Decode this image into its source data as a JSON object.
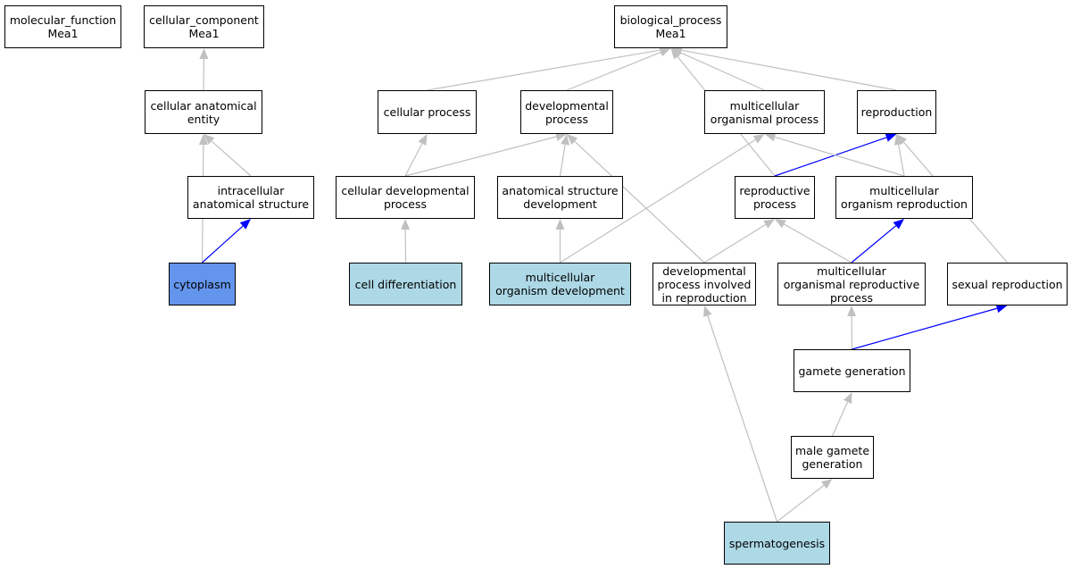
{
  "colors": {
    "node_fill_default": "#ffffff",
    "node_fill_light": "#add8e6",
    "node_fill_dark": "#6495ed",
    "edge_gray": "#c0c0c0",
    "edge_blue": "#0000ff"
  },
  "nodes": {
    "molecular_function": {
      "label": "molecular_function\nMea1",
      "fill": "default"
    },
    "cellular_component": {
      "label": "cellular_component\nMea1",
      "fill": "default"
    },
    "biological_process": {
      "label": "biological_process\nMea1",
      "fill": "default"
    },
    "cellular_anatomical_entity": {
      "label": "cellular anatomical\nentity",
      "fill": "default"
    },
    "cellular_process": {
      "label": "cellular process",
      "fill": "default"
    },
    "developmental_process": {
      "label": "developmental\nprocess",
      "fill": "default"
    },
    "multicellular_organismal_process": {
      "label": "multicellular\norganismal process",
      "fill": "default"
    },
    "reproduction": {
      "label": "reproduction",
      "fill": "default"
    },
    "intracellular_anatomical_structure": {
      "label": "intracellular\nanatomical structure",
      "fill": "default"
    },
    "cellular_developmental_process": {
      "label": "cellular developmental\nprocess",
      "fill": "default"
    },
    "anatomical_structure_development": {
      "label": "anatomical structure\ndevelopment",
      "fill": "default"
    },
    "reproductive_process": {
      "label": "reproductive\nprocess",
      "fill": "default"
    },
    "multicellular_organism_reproduction": {
      "label": "multicellular\norganism reproduction",
      "fill": "default"
    },
    "cytoplasm": {
      "label": "cytoplasm",
      "fill": "dark"
    },
    "cell_differentiation": {
      "label": "cell differentiation",
      "fill": "light"
    },
    "multicellular_organism_development": {
      "label": "multicellular\norganism development",
      "fill": "light"
    },
    "developmental_process_involved_in_reproduction": {
      "label": "developmental\nprocess involved\nin reproduction",
      "fill": "default"
    },
    "multicellular_organismal_reproductive_process": {
      "label": "multicellular\norganismal reproductive\nprocess",
      "fill": "default"
    },
    "sexual_reproduction": {
      "label": "sexual reproduction",
      "fill": "default"
    },
    "gamete_generation": {
      "label": "gamete generation",
      "fill": "default"
    },
    "male_gamete_generation": {
      "label": "male gamete\ngeneration",
      "fill": "default"
    },
    "spermatogenesis": {
      "label": "spermatogenesis",
      "fill": "light"
    }
  },
  "edges": [
    {
      "from": "cellular_anatomical_entity",
      "to": "cellular_component",
      "color": "gray"
    },
    {
      "from": "intracellular_anatomical_structure",
      "to": "cellular_anatomical_entity",
      "color": "gray"
    },
    {
      "from": "cytoplasm",
      "to": "cellular_anatomical_entity",
      "color": "gray"
    },
    {
      "from": "cytoplasm",
      "to": "intracellular_anatomical_structure",
      "color": "blue"
    },
    {
      "from": "cellular_process",
      "to": "biological_process",
      "color": "gray"
    },
    {
      "from": "developmental_process",
      "to": "biological_process",
      "color": "gray"
    },
    {
      "from": "multicellular_organismal_process",
      "to": "biological_process",
      "color": "gray"
    },
    {
      "from": "reproduction",
      "to": "biological_process",
      "color": "gray"
    },
    {
      "from": "reproductive_process",
      "to": "biological_process",
      "color": "gray"
    },
    {
      "from": "cellular_developmental_process",
      "to": "cellular_process",
      "color": "gray"
    },
    {
      "from": "cellular_developmental_process",
      "to": "developmental_process",
      "color": "gray"
    },
    {
      "from": "anatomical_structure_development",
      "to": "developmental_process",
      "color": "gray"
    },
    {
      "from": "developmental_process_involved_in_reproduction",
      "to": "developmental_process",
      "color": "gray"
    },
    {
      "from": "reproductive_process",
      "to": "reproduction",
      "color": "blue"
    },
    {
      "from": "multicellular_organism_reproduction",
      "to": "reproduction",
      "color": "gray"
    },
    {
      "from": "multicellular_organism_reproduction",
      "to": "multicellular_organismal_process",
      "color": "gray"
    },
    {
      "from": "sexual_reproduction",
      "to": "reproduction",
      "color": "gray"
    },
    {
      "from": "cell_differentiation",
      "to": "cellular_developmental_process",
      "color": "gray"
    },
    {
      "from": "multicellular_organism_development",
      "to": "anatomical_structure_development",
      "color": "gray"
    },
    {
      "from": "multicellular_organism_development",
      "to": "multicellular_organismal_process",
      "color": "gray"
    },
    {
      "from": "developmental_process_involved_in_reproduction",
      "to": "reproductive_process",
      "color": "gray"
    },
    {
      "from": "multicellular_organismal_reproductive_process",
      "to": "reproductive_process",
      "color": "gray"
    },
    {
      "from": "multicellular_organismal_reproductive_process",
      "to": "multicellular_organism_reproduction",
      "color": "blue"
    },
    {
      "from": "gamete_generation",
      "to": "multicellular_organismal_reproductive_process",
      "color": "gray"
    },
    {
      "from": "gamete_generation",
      "to": "sexual_reproduction",
      "color": "blue"
    },
    {
      "from": "male_gamete_generation",
      "to": "gamete_generation",
      "color": "gray"
    },
    {
      "from": "spermatogenesis",
      "to": "male_gamete_generation",
      "color": "gray"
    },
    {
      "from": "spermatogenesis",
      "to": "developmental_process_involved_in_reproduction",
      "color": "gray"
    }
  ]
}
